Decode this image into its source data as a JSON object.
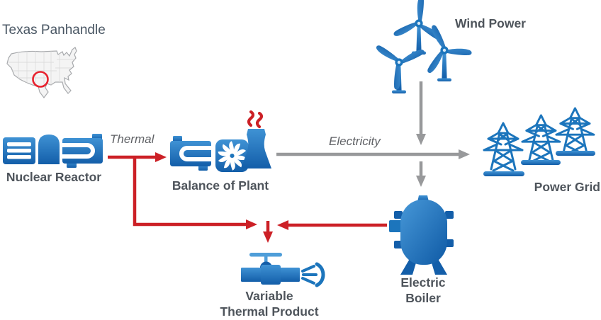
{
  "title": "Texas Panhandle",
  "map": {
    "region": "Texas Panhandle",
    "highlight_circle_color": "#e8222e",
    "land_color": "#f4f4f4",
    "outline_color": "#a8aaad"
  },
  "nodes": {
    "wind_power": {
      "label": "Wind Power"
    },
    "nuclear_reactor": {
      "label": "Nuclear Reactor"
    },
    "balance_of_plant": {
      "label": "Balance of Plant"
    },
    "power_grid": {
      "label": "Power Grid"
    },
    "electric_boiler": {
      "line1": "Electric",
      "line2": "Boiler"
    },
    "variable_thermal_product": {
      "line1": "Variable",
      "line2": "Thermal Product"
    }
  },
  "flows": {
    "thermal": {
      "label": "Thermal",
      "color": "#cc2026"
    },
    "electricity": {
      "label": "Electricity",
      "color": "#98999b"
    }
  },
  "colors": {
    "icon_blue": "#1c75bc",
    "icon_blue_dark": "#135ea9",
    "icon_blue_light": "#4f9ed9",
    "arrow_red": "#cc2026",
    "arrow_gray": "#98999b",
    "label_text": "#4e545b"
  },
  "icons": {
    "map": "us-map-icon",
    "wind": "wind-turbine-icon",
    "reactor": "nuclear-reactor-icon",
    "plant": "balance-of-plant-icon",
    "grid": "transmission-tower-icon",
    "boiler": "electric-boiler-icon",
    "valve": "steam-valve-icon"
  }
}
